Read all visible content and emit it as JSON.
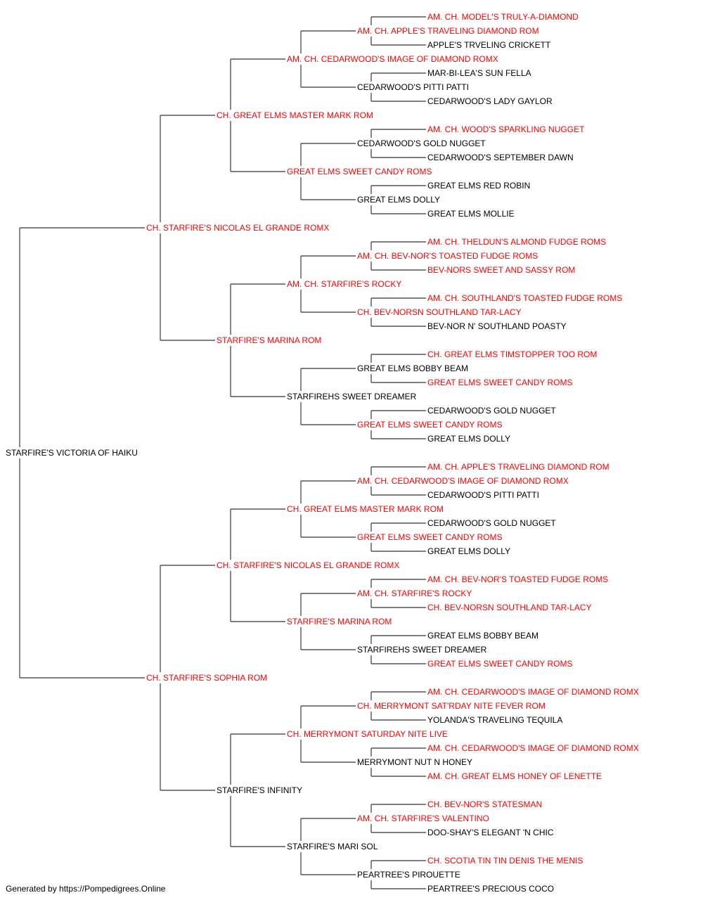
{
  "colors": {
    "champion": "#ff0000",
    "normal": "#000000",
    "line": "#555555"
  },
  "pedigree": {
    "name": "STARFIRE'S VICTORIA OF HAIKU",
    "champion": false,
    "sire": {
      "name": "CH. STARFIRE'S NICOLAS EL GRANDE ROMX",
      "champion": true,
      "sire": {
        "name": "CH. GREAT ELMS MASTER MARK ROM",
        "champion": true,
        "sire": {
          "name": "AM. CH. CEDARWOOD'S IMAGE OF DIAMOND ROMX",
          "champion": true,
          "sire": {
            "name": "AM. CH. APPLE'S TRAVELING DIAMOND ROM",
            "champion": true,
            "sire": {
              "name": "AM. CH. MODEL'S TRULY-A-DIAMOND",
              "champion": true
            },
            "dam": {
              "name": "APPLE'S TRVELING CRICKETT",
              "champion": false
            }
          },
          "dam": {
            "name": "CEDARWOOD'S PITTI PATTI",
            "champion": false,
            "sire": {
              "name": "MAR-BI-LEA'S SUN FELLA",
              "champion": false
            },
            "dam": {
              "name": "CEDARWOOD'S LADY GAYLOR",
              "champion": false
            }
          }
        },
        "dam": {
          "name": "GREAT ELMS SWEET CANDY ROMS",
          "champion": true,
          "sire": {
            "name": "CEDARWOOD'S GOLD NUGGET",
            "champion": false,
            "sire": {
              "name": "AM. CH. WOOD'S SPARKLING NUGGET",
              "champion": true
            },
            "dam": {
              "name": "CEDARWOOD'S SEPTEMBER DAWN",
              "champion": false
            }
          },
          "dam": {
            "name": "GREAT ELMS DOLLY",
            "champion": false,
            "sire": {
              "name": "GREAT ELMS RED ROBIN",
              "champion": false
            },
            "dam": {
              "name": "GREAT ELMS MOLLIE",
              "champion": false
            }
          }
        }
      },
      "dam": {
        "name": "STARFIRE'S MARINA ROM",
        "champion": true,
        "sire": {
          "name": "AM. CH. STARFIRE'S ROCKY",
          "champion": true,
          "sire": {
            "name": "AM. CH. BEV-NOR'S TOASTED FUDGE ROMS",
            "champion": true,
            "sire": {
              "name": "AM. CH. THELDUN'S ALMOND FUDGE ROMS",
              "champion": true
            },
            "dam": {
              "name": "BEV-NORS SWEET AND SASSY ROM",
              "champion": true
            }
          },
          "dam": {
            "name": "CH. BEV-NORSN SOUTHLAND TAR-LACY",
            "champion": true,
            "sire": {
              "name": "AM. CH. SOUTHLAND'S TOASTED FUDGE ROMS",
              "champion": true
            },
            "dam": {
              "name": "BEV-NOR N' SOUTHLAND POASTY",
              "champion": false
            }
          }
        },
        "dam": {
          "name": "STARFIREHS SWEET DREAMER",
          "champion": false,
          "sire": {
            "name": "GREAT ELMS BOBBY BEAM",
            "champion": false,
            "sire": {
              "name": "CH. GREAT ELMS TIMSTOPPER TOO ROM",
              "champion": true
            },
            "dam": {
              "name": "GREAT ELMS SWEET CANDY ROMS",
              "champion": true
            }
          },
          "dam": {
            "name": "GREAT ELMS SWEET CANDY ROMS",
            "champion": true,
            "sire": {
              "name": "CEDARWOOD'S GOLD NUGGET",
              "champion": false
            },
            "dam": {
              "name": "GREAT ELMS DOLLY",
              "champion": false
            }
          }
        }
      }
    },
    "dam": {
      "name": "CH. STARFIRE'S SOPHIA ROM",
      "champion": true,
      "sire": {
        "name": "CH. STARFIRE'S NICOLAS EL GRANDE ROMX",
        "champion": true,
        "sire": {
          "name": "CH. GREAT ELMS MASTER MARK ROM",
          "champion": true,
          "sire": {
            "name": "AM. CH. CEDARWOOD'S IMAGE OF DIAMOND ROMX",
            "champion": true,
            "sire": {
              "name": "AM. CH. APPLE'S TRAVELING DIAMOND ROM",
              "champion": true
            },
            "dam": {
              "name": "CEDARWOOD'S PITTI PATTI",
              "champion": false
            }
          },
          "dam": {
            "name": "GREAT ELMS SWEET CANDY ROMS",
            "champion": true,
            "sire": {
              "name": "CEDARWOOD'S GOLD NUGGET",
              "champion": false
            },
            "dam": {
              "name": "GREAT ELMS DOLLY",
              "champion": false
            }
          }
        },
        "dam": {
          "name": "STARFIRE'S MARINA ROM",
          "champion": true,
          "sire": {
            "name": "AM. CH. STARFIRE'S ROCKY",
            "champion": true,
            "sire": {
              "name": "AM. CH. BEV-NOR'S TOASTED FUDGE ROMS",
              "champion": true
            },
            "dam": {
              "name": "CH. BEV-NORSN SOUTHLAND TAR-LACY",
              "champion": true
            }
          },
          "dam": {
            "name": "STARFIREHS SWEET DREAMER",
            "champion": false,
            "sire": {
              "name": "GREAT ELMS BOBBY BEAM",
              "champion": false
            },
            "dam": {
              "name": "GREAT ELMS SWEET CANDY ROMS",
              "champion": true
            }
          }
        }
      },
      "dam": {
        "name": "STARFIRE'S INFINITY",
        "champion": false,
        "sire": {
          "name": "CH. MERRYMONT SATURDAY NITE LIVE",
          "champion": true,
          "sire": {
            "name": "CH. MERRYMONT SAT'RDAY NITE FEVER ROM",
            "champion": true,
            "sire": {
              "name": "AM. CH. CEDARWOOD'S IMAGE OF DIAMOND ROMX",
              "champion": true
            },
            "dam": {
              "name": "YOLANDA'S TRAVELING TEQUILA",
              "champion": false
            }
          },
          "dam": {
            "name": "MERRYMONT NUT N HONEY",
            "champion": false,
            "sire": {
              "name": "AM. CH. CEDARWOOD'S IMAGE OF DIAMOND ROMX",
              "champion": true
            },
            "dam": {
              "name": "AM. CH. GREAT ELMS HONEY OF LENETTE",
              "champion": true
            }
          }
        },
        "dam": {
          "name": "STARFIRE'S MARI SOL",
          "champion": false,
          "sire": {
            "name": "AM. CH. STARFIRE'S VALENTINO",
            "champion": true,
            "sire": {
              "name": "CH. BEV-NOR'S STATESMAN",
              "champion": true
            },
            "dam": {
              "name": "DOO-SHAY'S ELEGANT 'N CHIC",
              "champion": false
            }
          },
          "dam": {
            "name": "PEARTREE'S PIROUETTE",
            "champion": false,
            "sire": {
              "name": "CH. SCOTIA TIN TIN DENIS THE MENIS",
              "champion": true
            },
            "dam": {
              "name": "PEARTREE'S PRECIOUS COCO",
              "champion": false
            }
          }
        }
      }
    }
  },
  "footer": {
    "text": "Generated by https://Pompedigrees.Online"
  }
}
